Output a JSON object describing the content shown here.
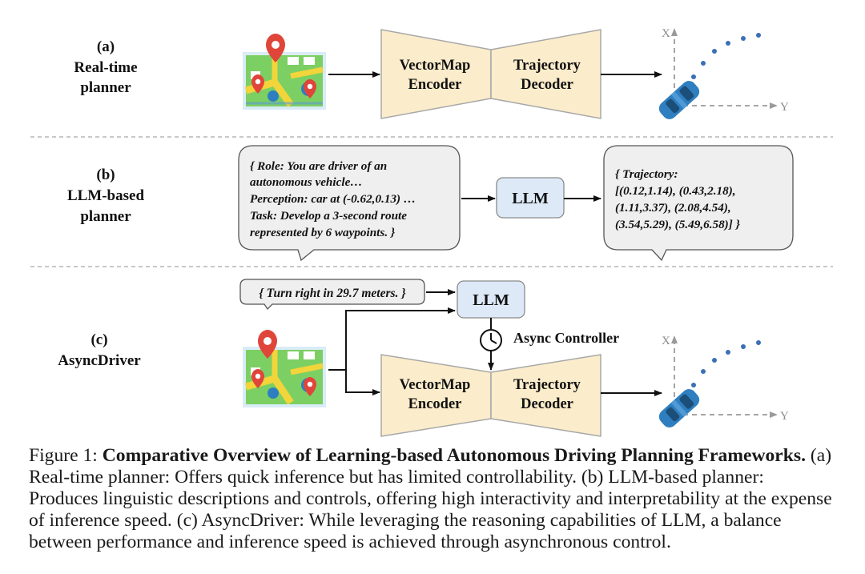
{
  "panels": {
    "a": {
      "tag": "(a)",
      "name_line1": "Real-time",
      "name_line2": "planner"
    },
    "b": {
      "tag": "(b)",
      "name_line1": "LLM-based",
      "name_line2": "planner"
    },
    "c": {
      "tag": "(c)",
      "name_line1": "AsyncDriver"
    }
  },
  "encoder": {
    "line1": "VectorMap",
    "line2": "Encoder"
  },
  "decoder": {
    "line1": "Trajectory",
    "line2": "Decoder"
  },
  "llm_label": "LLM",
  "axis": {
    "x": "X",
    "y": "Y"
  },
  "prompt_lines": [
    "{ Role: You are driver of an",
    "autonomous vehicle…",
    "Perception: car at (-0.62,0.13) …",
    "Task: Develop a 3-second route",
    "represented by 6 waypoints. }"
  ],
  "trajectory_lines": [
    "{ Trajectory:",
    "[(0.12,1.14), (0.43,2.18),",
    "(1.11,3.37), (2.08,4.54),",
    "(3.54,5.29), (5.49,6.58)] }"
  ],
  "instruction": "{ Turn right in 29.7 meters. }",
  "async_controller": "Async Controller",
  "caption": {
    "figure_label": "Figure 1:",
    "title": "Comparative Overview of Learning-based Autonomous Driving Planning Frameworks.",
    "body": "(a) Real-time planner: Offers quick inference but has limited controllability. (b) LLM-based planner: Produces linguistic descriptions and controls, offering high interactivity and interpretability at the expense of inference speed. (c) AsyncDriver: While leveraging the reasoning capabilities of LLM, a balance between performance and inference speed is achieved through asynchronous control."
  },
  "colors": {
    "module_fill": "#fbeccb",
    "llm_fill": "#dde9f7",
    "bubble_fill": "#efefef",
    "car_blue": "#2f7fc0",
    "dot_blue": "#3b6fb6",
    "map_green": "#7ccf63",
    "map_road": "#f2d43b",
    "pin_red": "#e0453a"
  }
}
